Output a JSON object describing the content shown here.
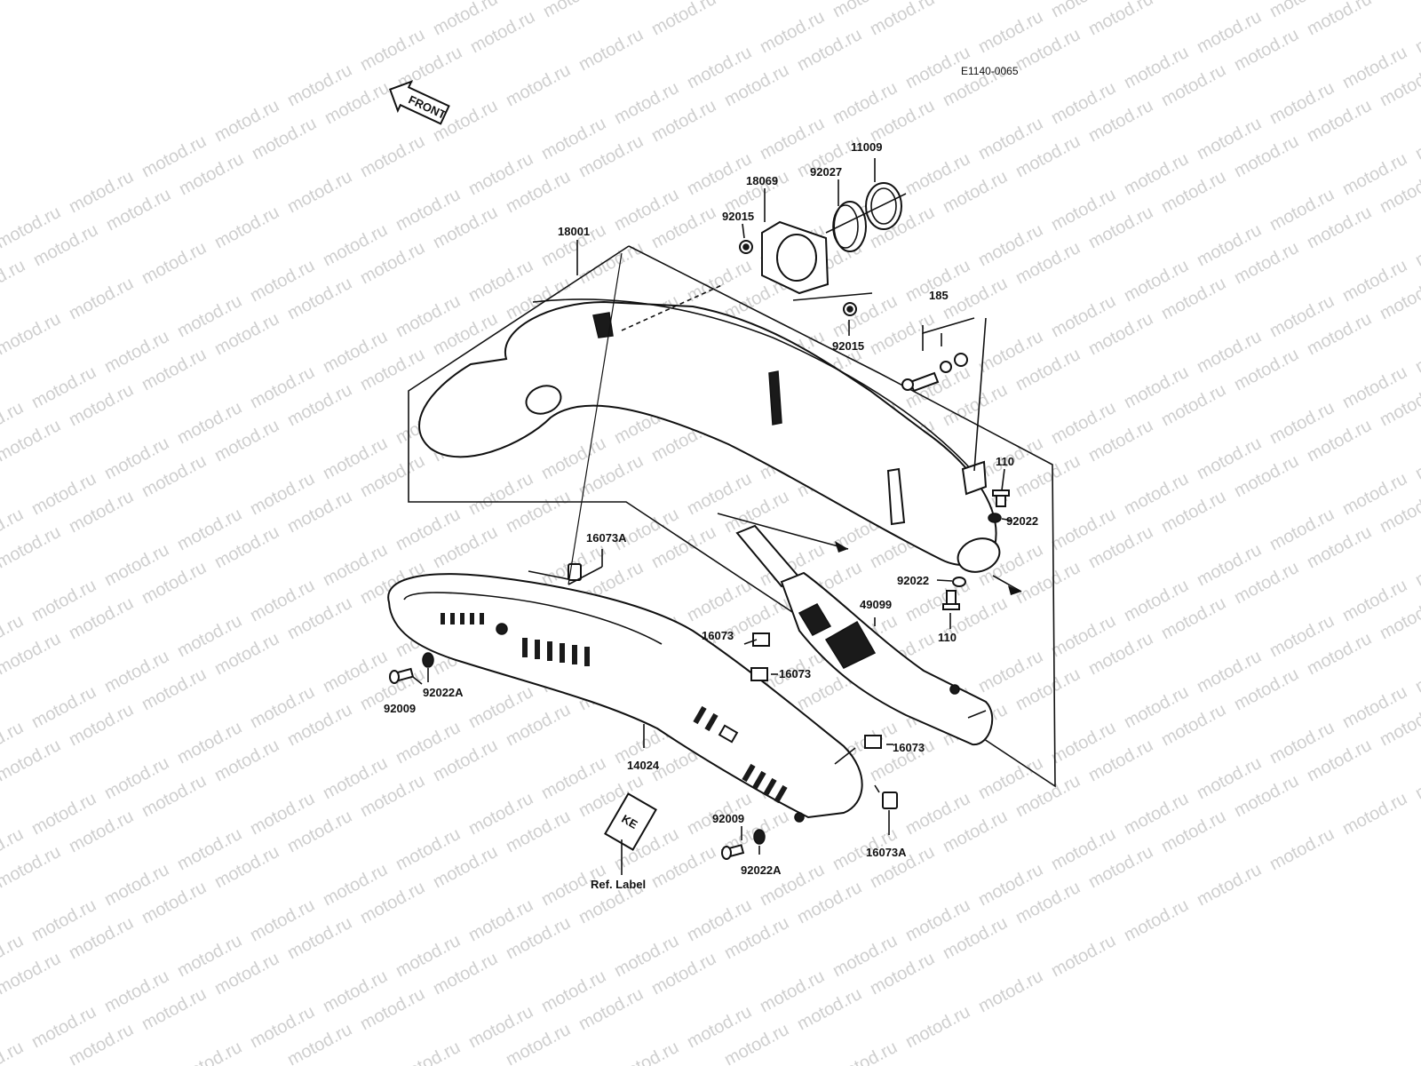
{
  "diagram": {
    "code": "E1140-0065",
    "front_label": "FRONT",
    "ref_label_tag": "KE",
    "watermark": "motod.ru",
    "colors": {
      "ink": "#111111",
      "paper": "#ffffff",
      "watermark": "#cfcfcf"
    }
  },
  "callouts": {
    "c18001": "18001",
    "c18069": "18069",
    "c92027": "92027",
    "c11009": "11009",
    "c92015_top": "92015",
    "c92015_bottom": "92015",
    "c185": "185",
    "c110_top": "110",
    "c92022_right": "92022",
    "c92022_left": "92022",
    "c110_bottom": "110",
    "c49099": "49099",
    "c16073A_top": "16073A",
    "c16073_a": "16073",
    "c16073_b": "16073",
    "c16073_c": "16073",
    "c16073A_bottom": "16073A",
    "c92009_left": "92009",
    "c92022A_left": "92022A",
    "c14024": "14024",
    "c92009_bottom": "92009",
    "c92022A_bottom": "92022A",
    "ref_label": "Ref. Label"
  }
}
